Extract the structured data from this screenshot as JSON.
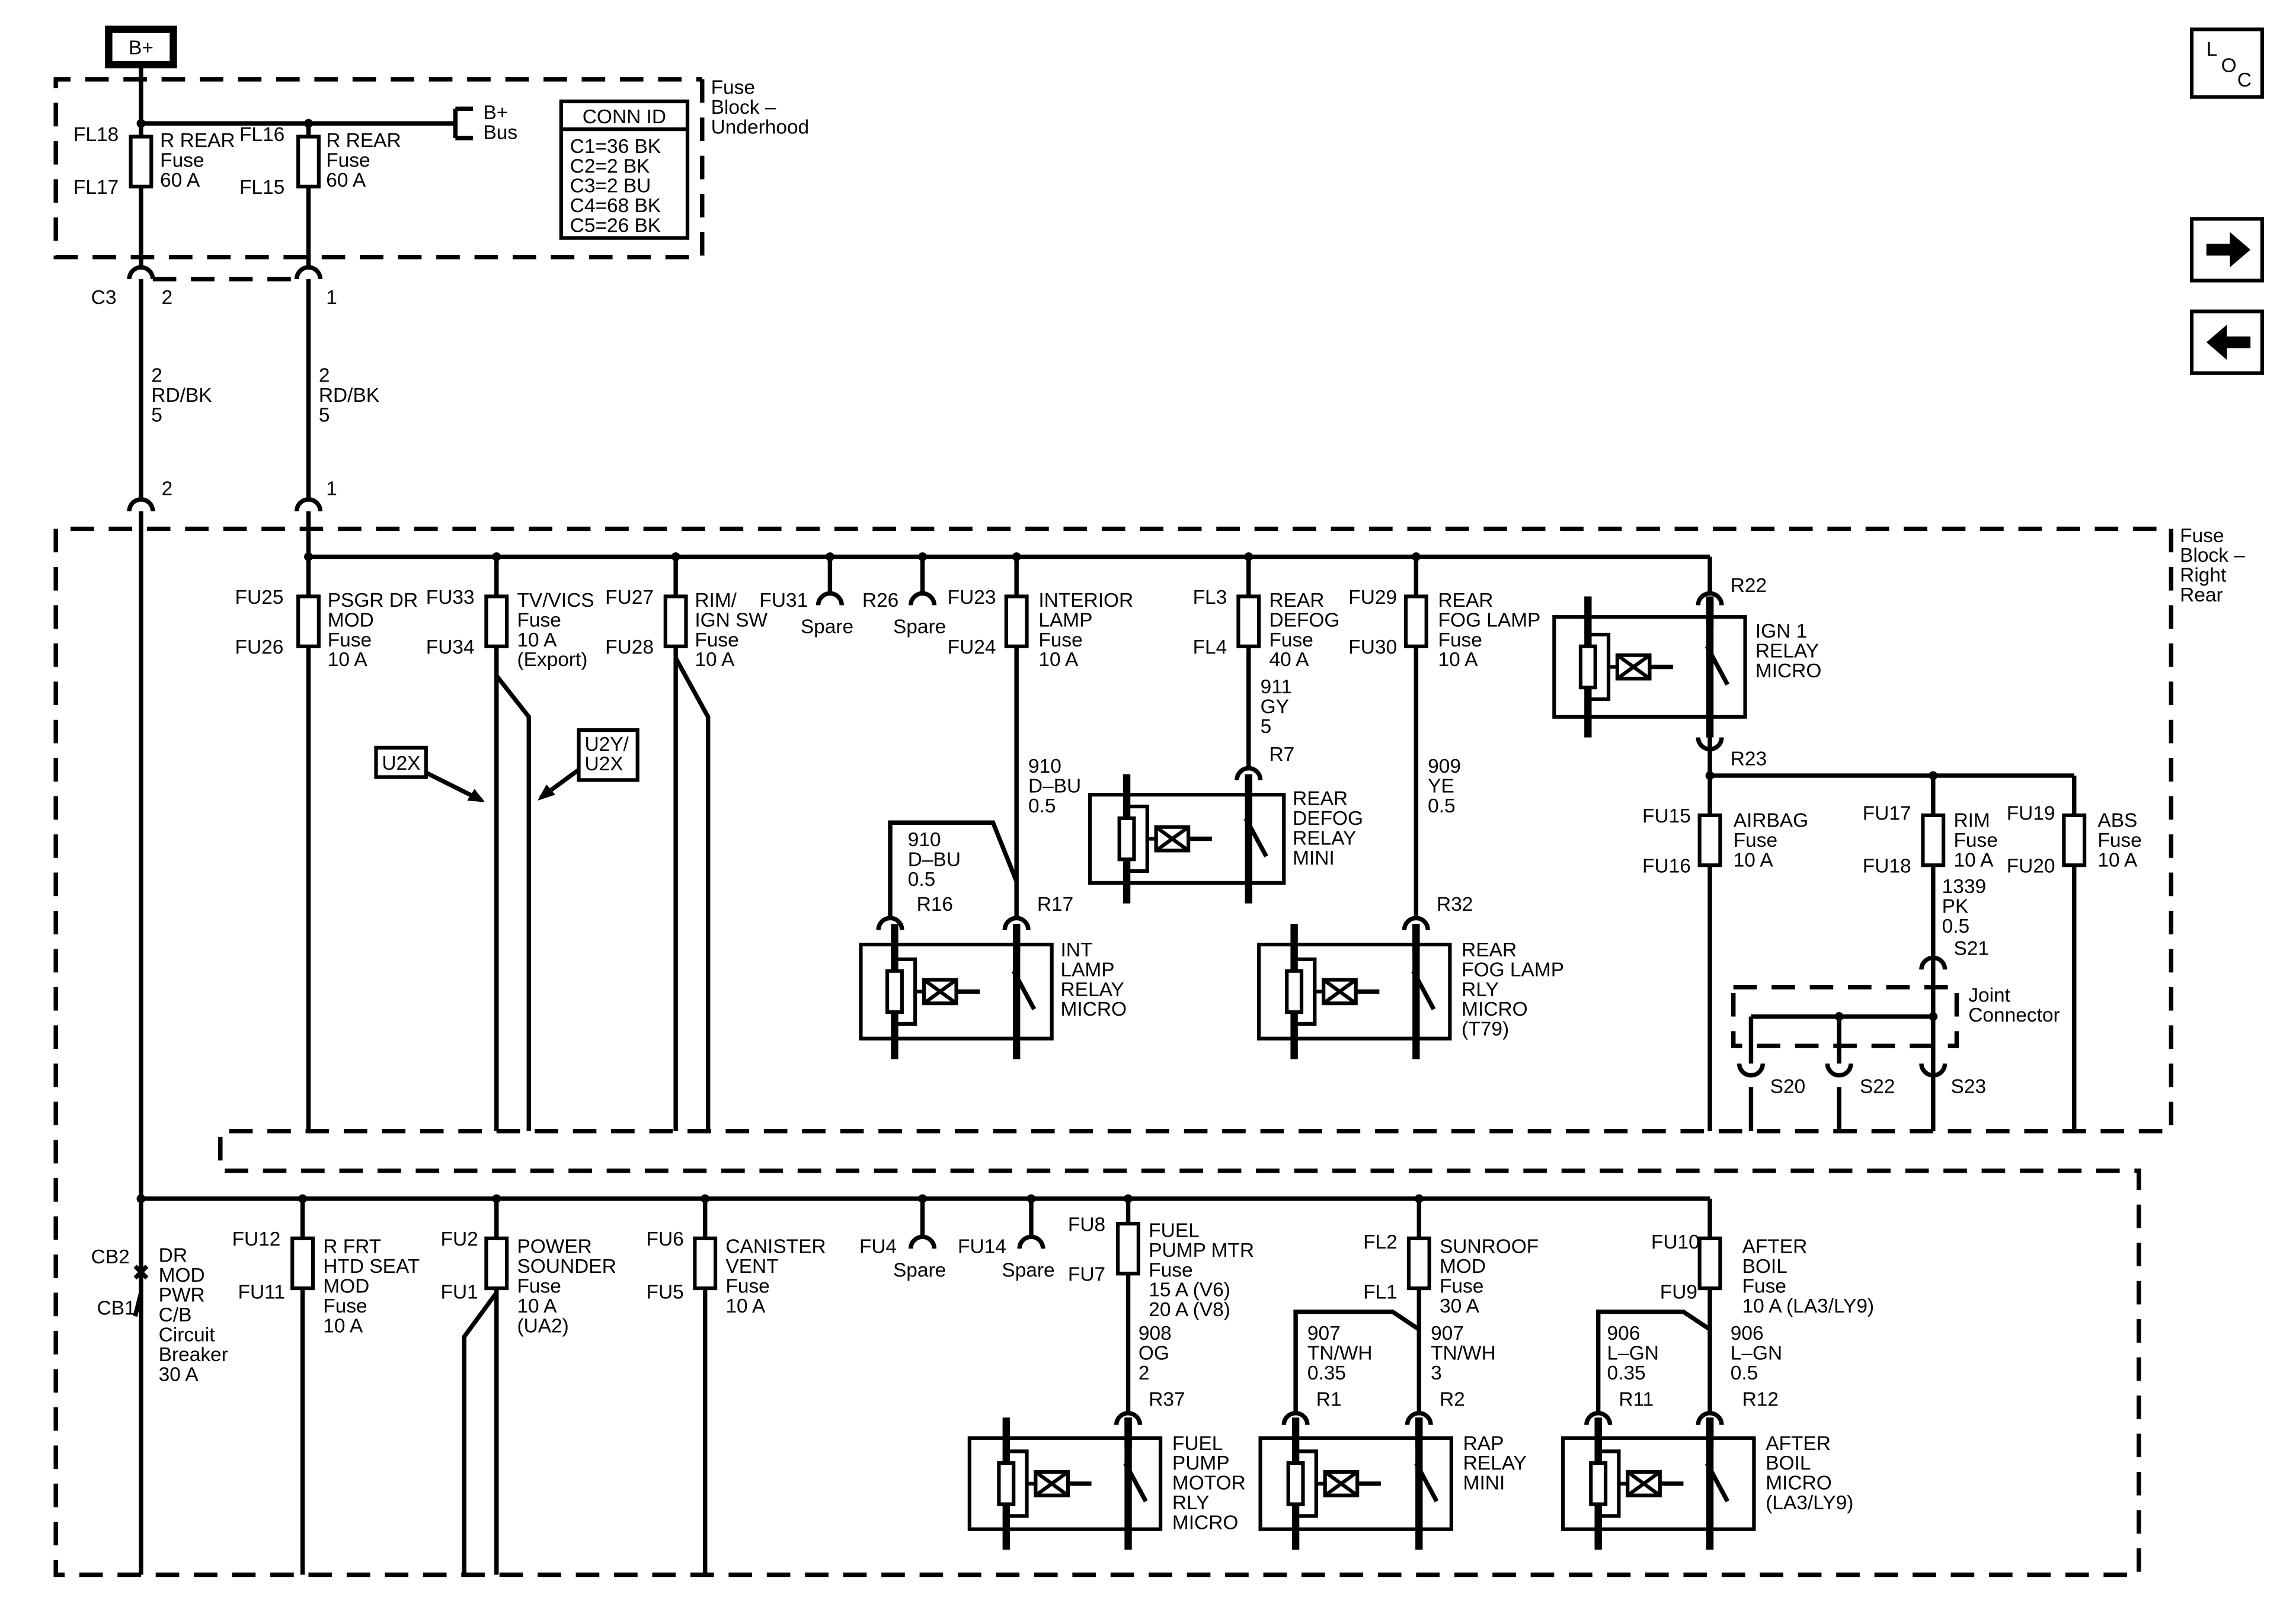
{
  "battery": "B+",
  "loc_icon": {
    "l": "L",
    "o": "O",
    "c": "C"
  },
  "conn_id": {
    "title": "CONN ID",
    "rows": [
      "C1=36 BK",
      "C2=2 BK",
      "C3=2 BU",
      "C4=68 BK",
      "C5=26 BK"
    ]
  },
  "underhood": {
    "label": [
      "Fuse",
      "Block –",
      "Underhood"
    ],
    "bus": [
      "B+",
      "Bus"
    ],
    "fuse_a": {
      "top": "FL18",
      "bottom": "FL17",
      "name": [
        "R REAR",
        "Fuse",
        "60 A"
      ]
    },
    "fuse_b": {
      "top": "FL16",
      "bottom": "FL15",
      "name": [
        "R REAR",
        "Fuse",
        "60 A"
      ]
    }
  },
  "connector_c3": {
    "id": "C3",
    "pin_a": "2",
    "pin_b": "1"
  },
  "wires_c3": {
    "a": [
      "2",
      "RD/BK",
      "5"
    ],
    "b": [
      "2",
      "RD/BK",
      "5"
    ]
  },
  "pins_lower": {
    "a": "2",
    "b": "1"
  },
  "right_rear": {
    "label": [
      "Fuse",
      "Block –",
      "Right",
      "Rear"
    ],
    "fu25": {
      "top": "FU25",
      "bottom": "FU26",
      "name": [
        "PSGR DR",
        "MOD",
        "Fuse",
        "10 A"
      ]
    },
    "fu33": {
      "top": "FU33",
      "bottom": "FU34",
      "name": [
        "TV/VICS",
        "Fuse",
        "10 A",
        "(Export)"
      ]
    },
    "fu27": {
      "top": "FU27",
      "bottom": "FU28",
      "name": [
        "RIM/",
        "IGN SW",
        "Fuse",
        "10 A"
      ]
    },
    "fu31": {
      "id": "FU31",
      "name": "Spare"
    },
    "r26": {
      "id": "R26",
      "name": "Spare"
    },
    "fu23": {
      "top": "FU23",
      "bottom": "FU24",
      "name": [
        "INTERIOR",
        "LAMP",
        "Fuse",
        "10 A"
      ]
    },
    "fl3": {
      "top": "FL3",
      "bottom": "FL4",
      "name": [
        "REAR",
        "DEFOG",
        "Fuse",
        "40 A"
      ]
    },
    "fu29": {
      "top": "FU29",
      "bottom": "FU30",
      "name": [
        "REAR",
        "FOG LAMP",
        "Fuse",
        "10 A"
      ]
    },
    "ign1": {
      "top": "R22",
      "bottom": "R23",
      "name": [
        "IGN 1",
        "RELAY",
        "MICRO"
      ]
    },
    "u2x": "U2X",
    "u2y": [
      "U2Y/",
      "U2X"
    ],
    "wire_910a": [
      "910",
      "D–BU",
      "0.5"
    ],
    "wire_910b": [
      "910",
      "D–BU",
      "0.5"
    ],
    "wire_911": [
      "911",
      "GY",
      "5"
    ],
    "wire_909": [
      "909",
      "YE",
      "0.5"
    ],
    "r7": "R7",
    "r16": "R16",
    "r17": "R17",
    "r32": "R32",
    "int_lamp_relay": [
      "INT",
      "LAMP",
      "RELAY",
      "MICRO"
    ],
    "defog_relay": [
      "REAR",
      "DEFOG",
      "RELAY",
      "MINI"
    ],
    "fog_relay": [
      "REAR",
      "FOG LAMP",
      "RLY",
      "MICRO",
      "(T79)"
    ],
    "fu15": {
      "top": "FU15",
      "bottom": "FU16",
      "name": [
        "AIRBAG",
        "Fuse",
        "10 A"
      ]
    },
    "fu17": {
      "top": "FU17",
      "bottom": "FU18",
      "name": [
        "RIM",
        "Fuse",
        "10 A"
      ]
    },
    "fu19": {
      "top": "FU19",
      "bottom": "FU20",
      "name": [
        "ABS",
        "Fuse",
        "10 A"
      ]
    },
    "wire_1339": [
      "1339",
      "PK",
      "0.5"
    ],
    "s21": "S21",
    "joint": [
      "Joint",
      "Connector"
    ],
    "s20": "S20",
    "s22": "S22",
    "s23": "S23"
  },
  "lower": {
    "cb": {
      "top": "CB2",
      "bottom": "CB1",
      "name": [
        "DR",
        "MOD",
        "PWR",
        "C/B",
        "Circuit",
        "Breaker",
        "30 A"
      ]
    },
    "fu12": {
      "top": "FU12",
      "bottom": "FU11",
      "name": [
        "R FRT",
        "HTD SEAT",
        "MOD",
        "Fuse",
        "10 A"
      ]
    },
    "fu2": {
      "top": "FU2",
      "bottom": "FU1",
      "name": [
        "POWER",
        "SOUNDER",
        "Fuse",
        "10 A",
        "(UA2)"
      ]
    },
    "fu6": {
      "top": "FU6",
      "bottom": "FU5",
      "name": [
        "CANISTER",
        "VENT",
        "Fuse",
        "10 A"
      ]
    },
    "fu4": {
      "id": "FU4",
      "name": "Spare"
    },
    "fu14": {
      "id": "FU14",
      "name": "Spare"
    },
    "fu8": {
      "top": "FU8",
      "bottom": "FU7",
      "name": [
        "FUEL",
        "PUMP MTR",
        "Fuse",
        "15 A (V6)",
        "20 A (V8)"
      ]
    },
    "fl2": {
      "top": "FL2",
      "bottom": "FL1",
      "name": [
        "SUNROOF",
        "MOD",
        "Fuse",
        "30 A"
      ]
    },
    "fu10": {
      "top": "FU10",
      "bottom": "FU9",
      "name": [
        "AFTER",
        "BOIL",
        "Fuse",
        "10 A (LA3/LY9)"
      ]
    },
    "wire_908": [
      "908",
      "OG",
      "2"
    ],
    "r37": "R37",
    "wire_907a": [
      "907",
      "TN/WH",
      "0.35"
    ],
    "wire_907b": [
      "907",
      "TN/WH",
      "3"
    ],
    "r1": "R1",
    "r2": "R2",
    "wire_906a": [
      "906",
      "L–GN",
      "0.35"
    ],
    "wire_906b": [
      "906",
      "L–GN",
      "0.5"
    ],
    "r11": "R11",
    "r12": "R12",
    "fuel_relay": [
      "FUEL",
      "PUMP",
      "MOTOR",
      "RLY",
      "MICRO"
    ],
    "rap_relay": [
      "RAP",
      "RELAY",
      "MINI"
    ],
    "afterboil_relay": [
      "AFTER",
      "BOIL",
      "MICRO",
      "(LA3/LY9)"
    ]
  }
}
